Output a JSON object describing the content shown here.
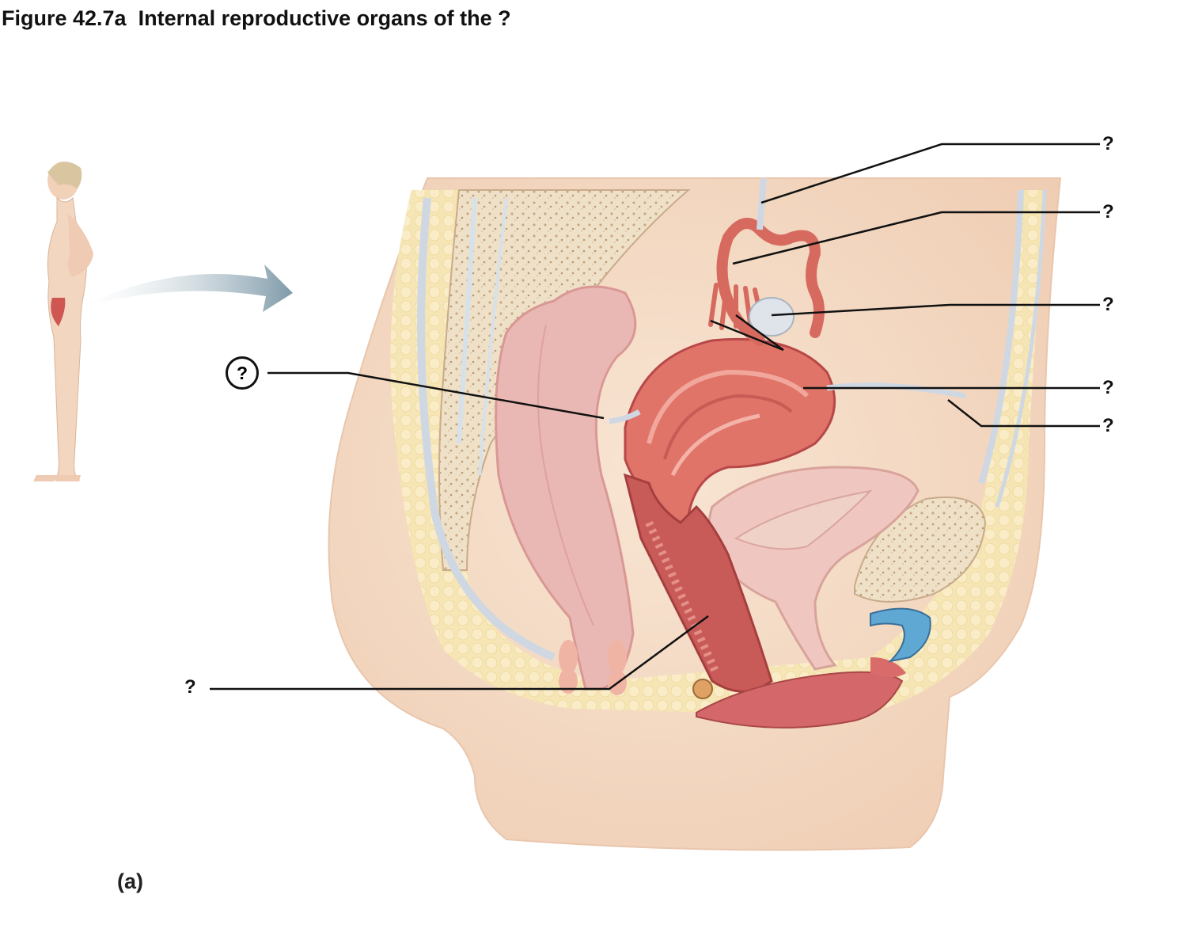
{
  "figure": {
    "title_prefix": "Figure 42.7a",
    "title_text": "Internal reproductive organs of the ?",
    "panel_label": "(a)"
  },
  "labels": [
    {
      "id": "top-1",
      "text": "?"
    },
    {
      "id": "top-2",
      "text": "?"
    },
    {
      "id": "mid-3",
      "text": "?"
    },
    {
      "id": "mid-4",
      "text": "?"
    },
    {
      "id": "mid-5",
      "text": "?"
    },
    {
      "id": "left-circled",
      "text": "?"
    },
    {
      "id": "bottom-left",
      "text": "?"
    }
  ],
  "colors": {
    "skin": "#f3d7c0",
    "fat": "#f6e6b4",
    "bone": "#efe1c8",
    "organ": "#e07468",
    "organ_dark": "#c74f4c",
    "rectum": "#eab8b4",
    "bladder": "#f0c7c0",
    "ligament": "#cfd8e2",
    "arrow": "#7f9aa9"
  }
}
